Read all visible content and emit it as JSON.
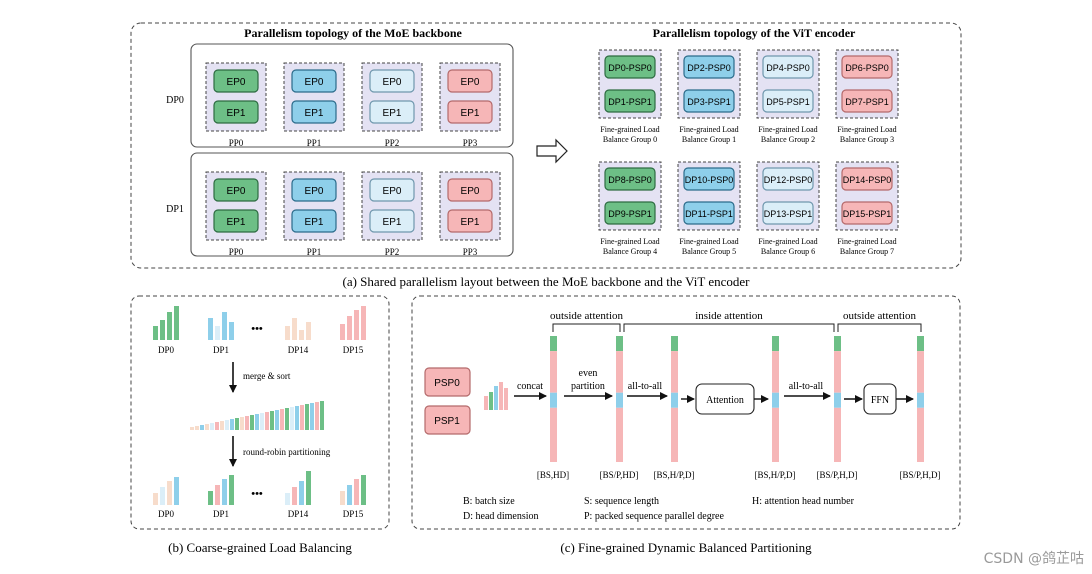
{
  "colors": {
    "green": "#6dbf86",
    "blue": "#8ecfea",
    "lightblue": "#dbeef8",
    "pink": "#f6b6b7",
    "green_edge": "#2d6b41",
    "blue_edge": "#2b6b8a",
    "lightblue_edge": "#6f97ad",
    "pink_edge": "#b46a6b",
    "peach": "#f7dccb",
    "group_bg": "#e4e2f3"
  },
  "top": {
    "moe_title": "Parallelism topology of the MoE backbone",
    "vit_title": "Parallelism topology of the ViT encoder",
    "dp_labels": [
      "DP0",
      "DP1"
    ],
    "pp_labels": [
      "PP0",
      "PP1",
      "PP2",
      "PP3"
    ],
    "ep_labels": [
      "EP0",
      "EP1"
    ],
    "vit_groups": [
      {
        "items": [
          "DP0-PSP0",
          "DP1-PSP1"
        ],
        "caption1": "Fine-grained Load",
        "caption2": "Balance Group 0"
      },
      {
        "items": [
          "DP2-PSP0",
          "DP3-PSP1"
        ],
        "caption1": "Fine-grained Load",
        "caption2": "Balance Group 1"
      },
      {
        "items": [
          "DP4-PSP0",
          "DP5-PSP1"
        ],
        "caption1": "Fine-grained Load",
        "caption2": "Balance Group 2"
      },
      {
        "items": [
          "DP6-PSP0",
          "DP7-PSP1"
        ],
        "caption1": "Fine-grained Load",
        "caption2": "Balance Group 3"
      },
      {
        "items": [
          "DP8-PSP0",
          "DP9-PSP1"
        ],
        "caption1": "Fine-grained Load",
        "caption2": "Balance Group 4"
      },
      {
        "items": [
          "DP10-PSP0",
          "DP11-PSP1"
        ],
        "caption1": "Fine-grained Load",
        "caption2": "Balance Group 5"
      },
      {
        "items": [
          "DP12-PSP0",
          "DP13-PSP1"
        ],
        "caption1": "Fine-grained Load",
        "caption2": "Balance Group 6"
      },
      {
        "items": [
          "DP14-PSP0",
          "DP15-PSP1"
        ],
        "caption1": "Fine-grained Load",
        "caption2": "Balance Group 7"
      }
    ],
    "caption": "(a) Shared parallelism  layout between the MoE backbone and the ViT encoder"
  },
  "coarse": {
    "labels": [
      "DP0",
      "DP1",
      "DP14",
      "DP15"
    ],
    "ellipsis": "•••",
    "step1": "merge & sort",
    "step2": "round-robin partitioning",
    "caption": "(b) Coarse-grained Load Balancing"
  },
  "fine": {
    "psp": [
      "PSP0",
      "PSP1"
    ],
    "concat": "concat",
    "even1": "even",
    "even2": "partition",
    "all_to_all_1": "all-to-all",
    "attention": "Attention",
    "all_to_all_2": "all-to-all",
    "ffn": "FFN",
    "outside_attention_1": "outside attention",
    "inside_attention": "inside attention",
    "outside_attention_2": "outside attention",
    "shapes": [
      "[BS,HD]",
      "[BS/P,HD]",
      "[BS,H/P,D]",
      "[BS,H/P,D]",
      "[BS/P,H,D]",
      "[BS/P,H,D]"
    ],
    "legend": [
      "B: batch size",
      "S: sequence length",
      "H: attention head number",
      "D: head dimension",
      "P: packed sequence parallel degree"
    ],
    "caption": "(c) Fine-grained Dynamic Balanced Partitioning"
  },
  "watermark": "CSDN @鸽芷咕"
}
